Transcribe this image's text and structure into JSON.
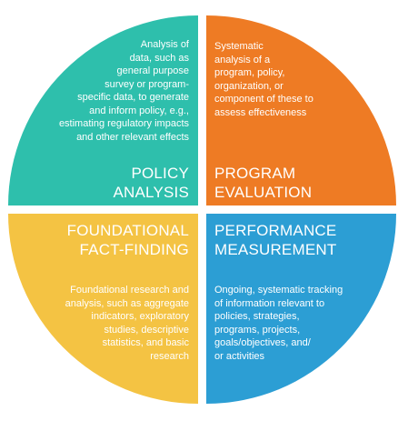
{
  "quadrants": {
    "policy_analysis": {
      "title": "POLICY\nANALYSIS",
      "description": "Analysis of\ndata, such as\ngeneral purpose\nsurvey or program-\nspecific data, to generate\nand inform policy, e.g.,\nestimating regulatory impacts\nand other relevant effects",
      "color": "#2ebfac"
    },
    "program_evaluation": {
      "title": "PROGRAM\nEVALUATION",
      "description": "Systematic\nanalysis of a\nprogram, policy,\norganization, or\ncomponent of these to\nassess effectiveness",
      "color": "#ee7b24"
    },
    "foundational_fact_finding": {
      "title": "FOUNDATIONAL\nFACT-FINDING",
      "description": "Foundational research and\nanalysis, such as aggregate\nindicators, exploratory\nstudies, descriptive\nstatistics, and basic\nresearch",
      "color": "#f4c343"
    },
    "performance_measurement": {
      "title": "PERFORMANCE\nMEASUREMENT",
      "description": "Ongoing, systematic tracking\nof information relevant to\npolicies, strategies,\nprograms, projects,\ngoals/objectives, and/\nor activities",
      "color": "#2c9ed4"
    }
  }
}
